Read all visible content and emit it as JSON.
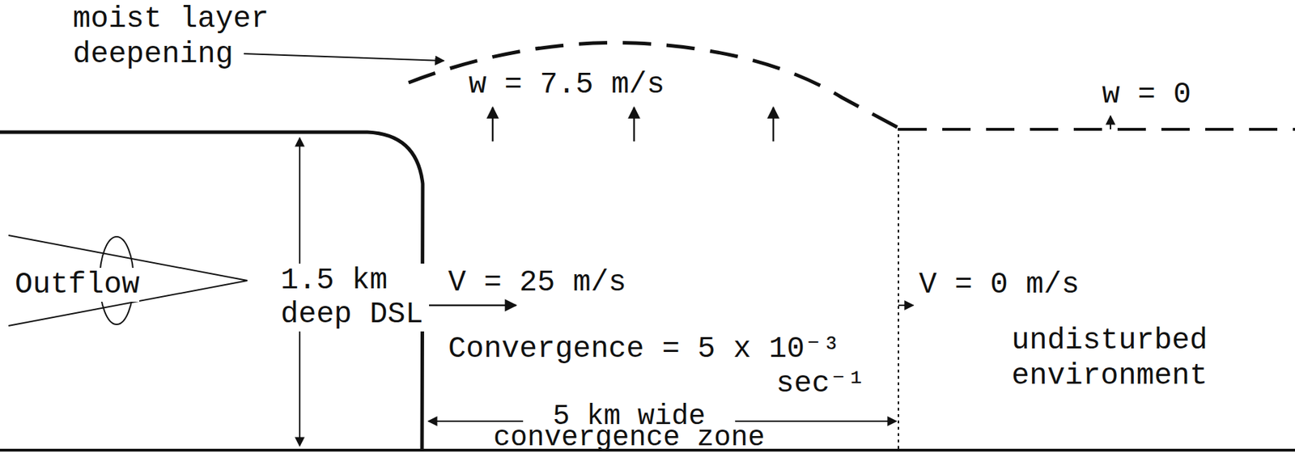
{
  "diagram": {
    "labels": [
      "moist layer deepening",
      "w = 7.5 m/s",
      "w = 0",
      "Outflow",
      "1.5 km deep DSL",
      "V = 25 m/s",
      "Convergence = 5 x 10⁻³",
      "sec⁻¹",
      "V = 0 m/s",
      "undisturbed environment",
      "5 km wide convergence zone"
    ]
  }
}
